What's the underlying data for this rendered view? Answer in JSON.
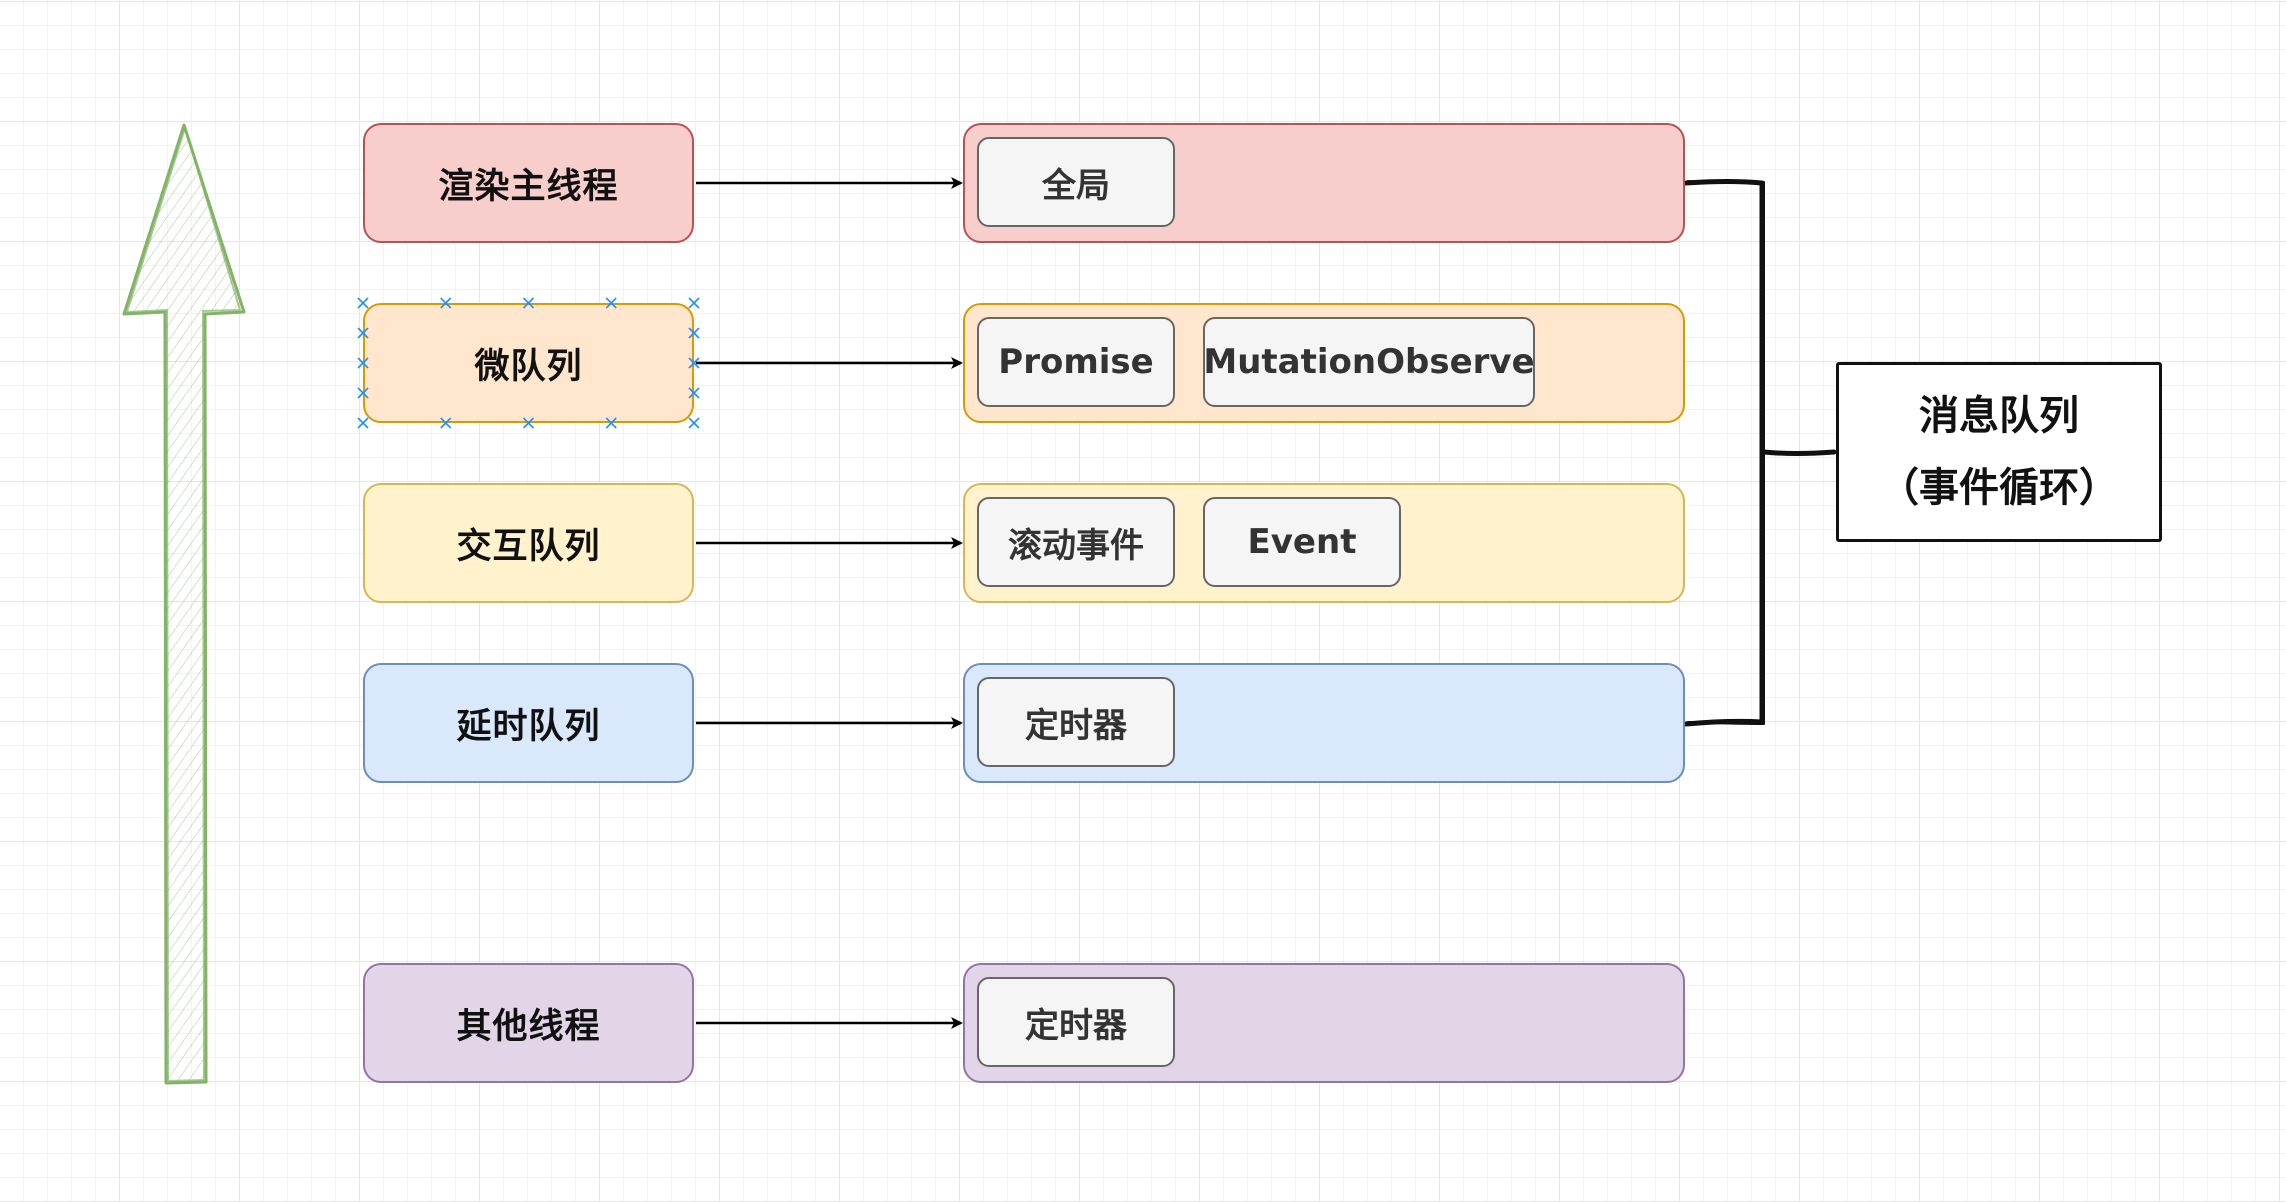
{
  "colors": {
    "red_fill": "#f8cecc",
    "red_stroke": "#b85450",
    "orange_fill": "#ffe6cc",
    "orange_stroke": "#d79b00",
    "yellow_fill": "#fff2cc",
    "yellow_stroke": "#d6b656",
    "blue_fill": "#dae8fc",
    "blue_stroke": "#6c8ebf",
    "purple_fill": "#e1d5e7",
    "purple_stroke": "#9673a6",
    "arrow_green": "#82b366",
    "selection_handle": "#1e90ff"
  },
  "rows": [
    {
      "label": "渲染主线程",
      "color": "red",
      "items": [
        "全局"
      ]
    },
    {
      "label": "微队列",
      "color": "orange",
      "selected": true,
      "items": [
        "Promise",
        "MutationObserve"
      ]
    },
    {
      "label": "交互队列",
      "color": "yellow",
      "items": [
        "滚动事件",
        "Event"
      ]
    },
    {
      "label": "延时队列",
      "color": "blue",
      "items": [
        "定时器"
      ]
    },
    {
      "label": "其他线程",
      "color": "purple",
      "items": [
        "定时器"
      ]
    }
  ],
  "message_queue": {
    "line1": "消息队列",
    "line2": "（事件循环）"
  },
  "icons": {
    "priority_arrow": "up-arrow-icon",
    "connector": "right-arrow-icon",
    "grouping": "curly-brace-icon"
  }
}
